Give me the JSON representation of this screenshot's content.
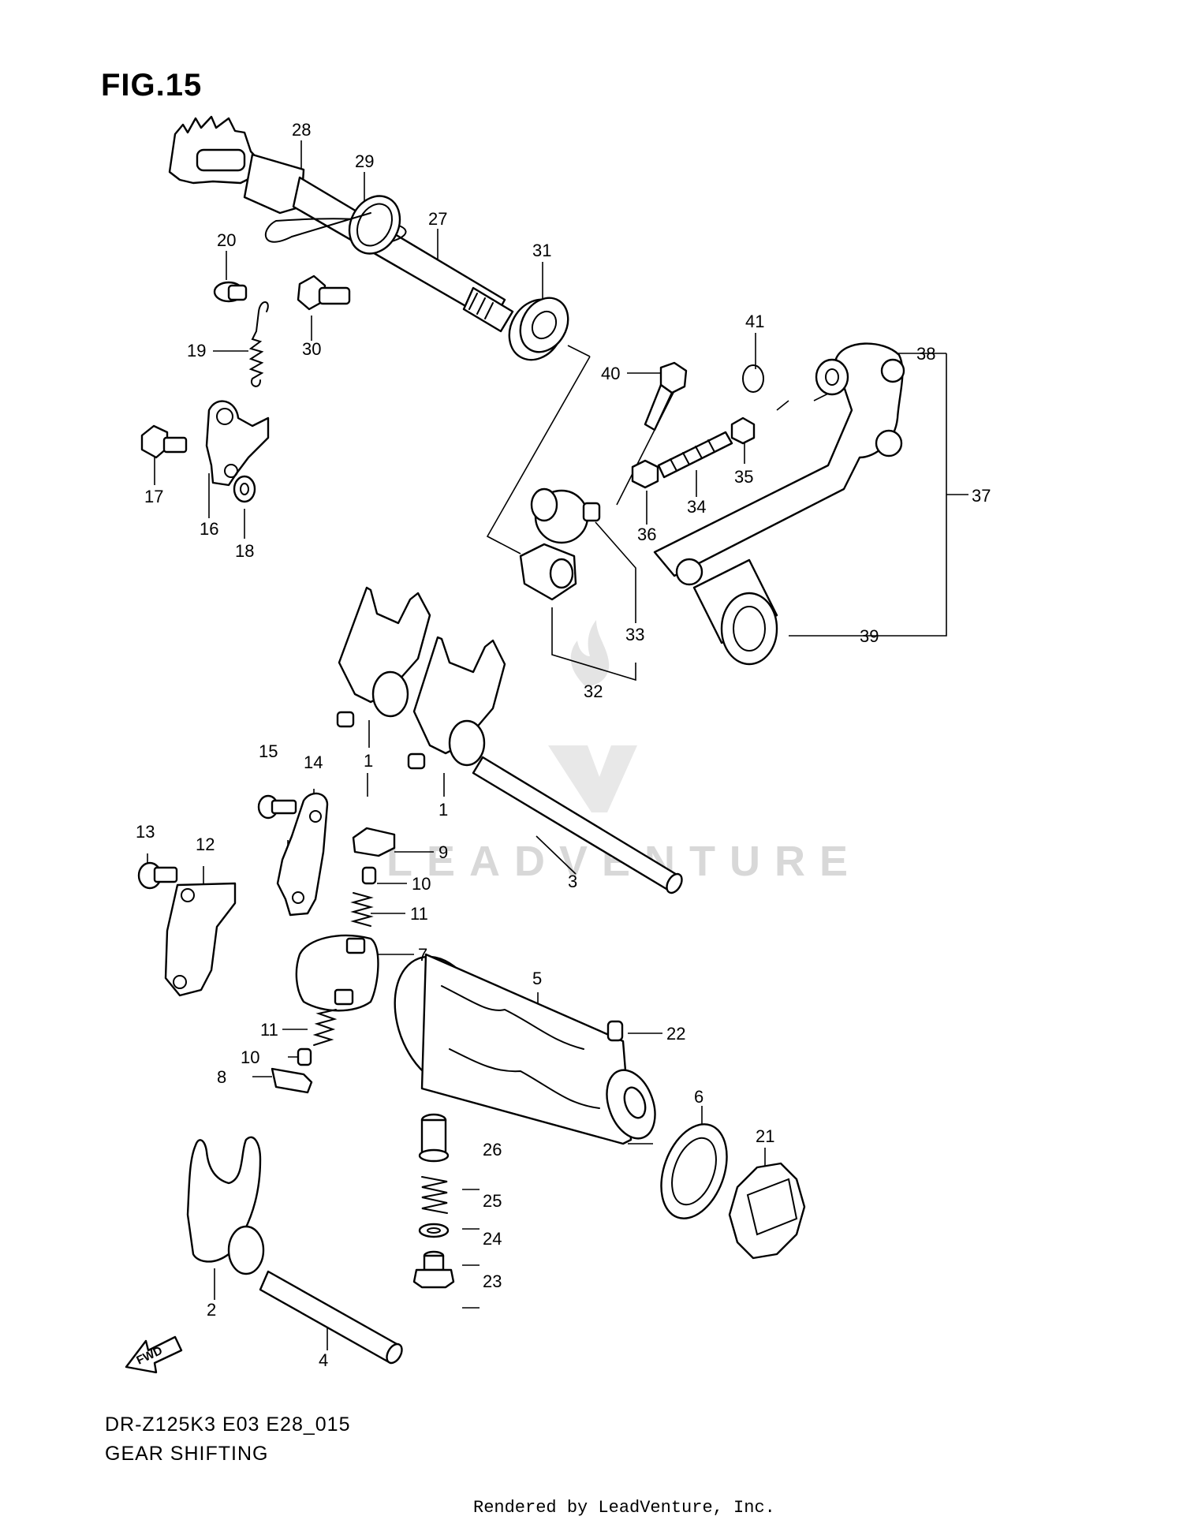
{
  "figure": {
    "title": "FIG.15",
    "model_code": "DR-Z125K3 E03 E28_015",
    "section_title": "GEAR SHIFTING",
    "render_credit": "Rendered by LeadVenture, Inc."
  },
  "watermark": {
    "text": "LEADVENTURE"
  },
  "direction_marker": {
    "label": "FWD"
  },
  "callouts": [
    {
      "id": "c1a",
      "label": "1"
    },
    {
      "id": "c1b",
      "label": "1"
    },
    {
      "id": "c2",
      "label": "2"
    },
    {
      "id": "c3",
      "label": "3"
    },
    {
      "id": "c4",
      "label": "4"
    },
    {
      "id": "c5",
      "label": "5"
    },
    {
      "id": "c6",
      "label": "6"
    },
    {
      "id": "c7",
      "label": "7"
    },
    {
      "id": "c8",
      "label": "8"
    },
    {
      "id": "c9",
      "label": "9"
    },
    {
      "id": "c10a",
      "label": "10"
    },
    {
      "id": "c10b",
      "label": "10"
    },
    {
      "id": "c11a",
      "label": "11"
    },
    {
      "id": "c11b",
      "label": "11"
    },
    {
      "id": "c12",
      "label": "12"
    },
    {
      "id": "c13",
      "label": "13"
    },
    {
      "id": "c14",
      "label": "14"
    },
    {
      "id": "c15",
      "label": "15"
    },
    {
      "id": "c16",
      "label": "16"
    },
    {
      "id": "c17",
      "label": "17"
    },
    {
      "id": "c18",
      "label": "18"
    },
    {
      "id": "c19",
      "label": "19"
    },
    {
      "id": "c20",
      "label": "20"
    },
    {
      "id": "c21",
      "label": "21"
    },
    {
      "id": "c22",
      "label": "22"
    },
    {
      "id": "c23",
      "label": "23"
    },
    {
      "id": "c24",
      "label": "24"
    },
    {
      "id": "c25",
      "label": "25"
    },
    {
      "id": "c26",
      "label": "26"
    },
    {
      "id": "c27",
      "label": "27"
    },
    {
      "id": "c28",
      "label": "28"
    },
    {
      "id": "c29",
      "label": "29"
    },
    {
      "id": "c30",
      "label": "30"
    },
    {
      "id": "c31",
      "label": "31"
    },
    {
      "id": "c32",
      "label": "32"
    },
    {
      "id": "c33",
      "label": "33"
    },
    {
      "id": "c34",
      "label": "34"
    },
    {
      "id": "c35",
      "label": "35"
    },
    {
      "id": "c36",
      "label": "36"
    },
    {
      "id": "c37",
      "label": "37"
    },
    {
      "id": "c38",
      "label": "38"
    },
    {
      "id": "c39",
      "label": "39"
    },
    {
      "id": "c40",
      "label": "40"
    },
    {
      "id": "c41",
      "label": "41"
    }
  ]
}
